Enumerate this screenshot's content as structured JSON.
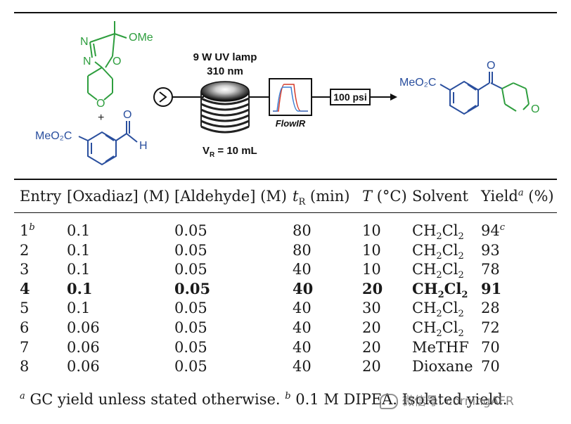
{
  "scheme": {
    "reagent_top": {
      "label_ome": "OMe",
      "label_n1": "N",
      "label_n2": "N",
      "label_o1": "O",
      "label_o2": "O"
    },
    "plus": "+",
    "reagent_bottom": {
      "label_ester": "MeO₂C",
      "label_o": "O",
      "label_h": "H"
    },
    "lamp_title": "9 W UV lamp",
    "lamp_wavelength": "310 nm",
    "reactor_volume": "V",
    "reactor_volume_sub": "R",
    "reactor_volume_value": " = 10 mL",
    "flowir_label": "FlowIR",
    "bpr_label": "100 psi",
    "product": {
      "label_ester": "MeO₂C",
      "label_o1": "O",
      "label_o2": "O"
    }
  },
  "table": {
    "headers": {
      "entry": "Entry",
      "oxadiaz": "[Oxadiaz] (M)",
      "aldehyde": "[Aldehyde] (M)",
      "t_main": "t",
      "t_sub": "R",
      "t_unit": " (min)",
      "temp_main": "T",
      "temp_unit": " (°C)",
      "solvent": "Solvent",
      "yield_main": "Yield",
      "yield_sup": "a",
      "yield_unit": " (%)"
    },
    "rows": [
      {
        "entry": "1",
        "entry_sup": "b",
        "oxadiaz": "0.1",
        "aldehyde": "0.05",
        "t": "80",
        "temp": "10",
        "solvent": "CH2Cl2",
        "yield": "94",
        "yield_sup": "c"
      },
      {
        "entry": "2",
        "oxadiaz": "0.1",
        "aldehyde": "0.05",
        "t": "80",
        "temp": "10",
        "solvent": "CH2Cl2",
        "yield": "93"
      },
      {
        "entry": "3",
        "oxadiaz": "0.1",
        "aldehyde": "0.05",
        "t": "40",
        "temp": "10",
        "solvent": "CH2Cl2",
        "yield": "78"
      },
      {
        "entry": "4",
        "oxadiaz": "0.1",
        "aldehyde": "0.05",
        "t": "40",
        "temp": "20",
        "solvent": "CH2Cl2",
        "yield": "91"
      },
      {
        "entry": "5",
        "oxadiaz": "0.1",
        "aldehyde": "0.05",
        "t": "40",
        "temp": "30",
        "solvent": "CH2Cl2",
        "yield": "28"
      },
      {
        "entry": "6",
        "oxadiaz": "0.06",
        "aldehyde": "0.05",
        "t": "40",
        "temp": "20",
        "solvent": "CH2Cl2",
        "yield": "72"
      },
      {
        "entry": "7",
        "oxadiaz": "0.06",
        "aldehyde": "0.05",
        "t": "40",
        "temp": "20",
        "solvent": "MeTHF",
        "yield": "70"
      },
      {
        "entry": "8",
        "oxadiaz": "0.06",
        "aldehyde": "0.05",
        "t": "40",
        "temp": "20",
        "solvent": "Dioxane",
        "yield": "70"
      }
    ]
  },
  "footnote": {
    "a_mark": "a",
    "a_text": " GC yield unless stated otherwise. ",
    "b_mark": "b",
    "b_text": " 0.1 M DIPEA. ",
    "c_text": "Isolated yield."
  },
  "watermark": "微信号: corningAFR"
}
